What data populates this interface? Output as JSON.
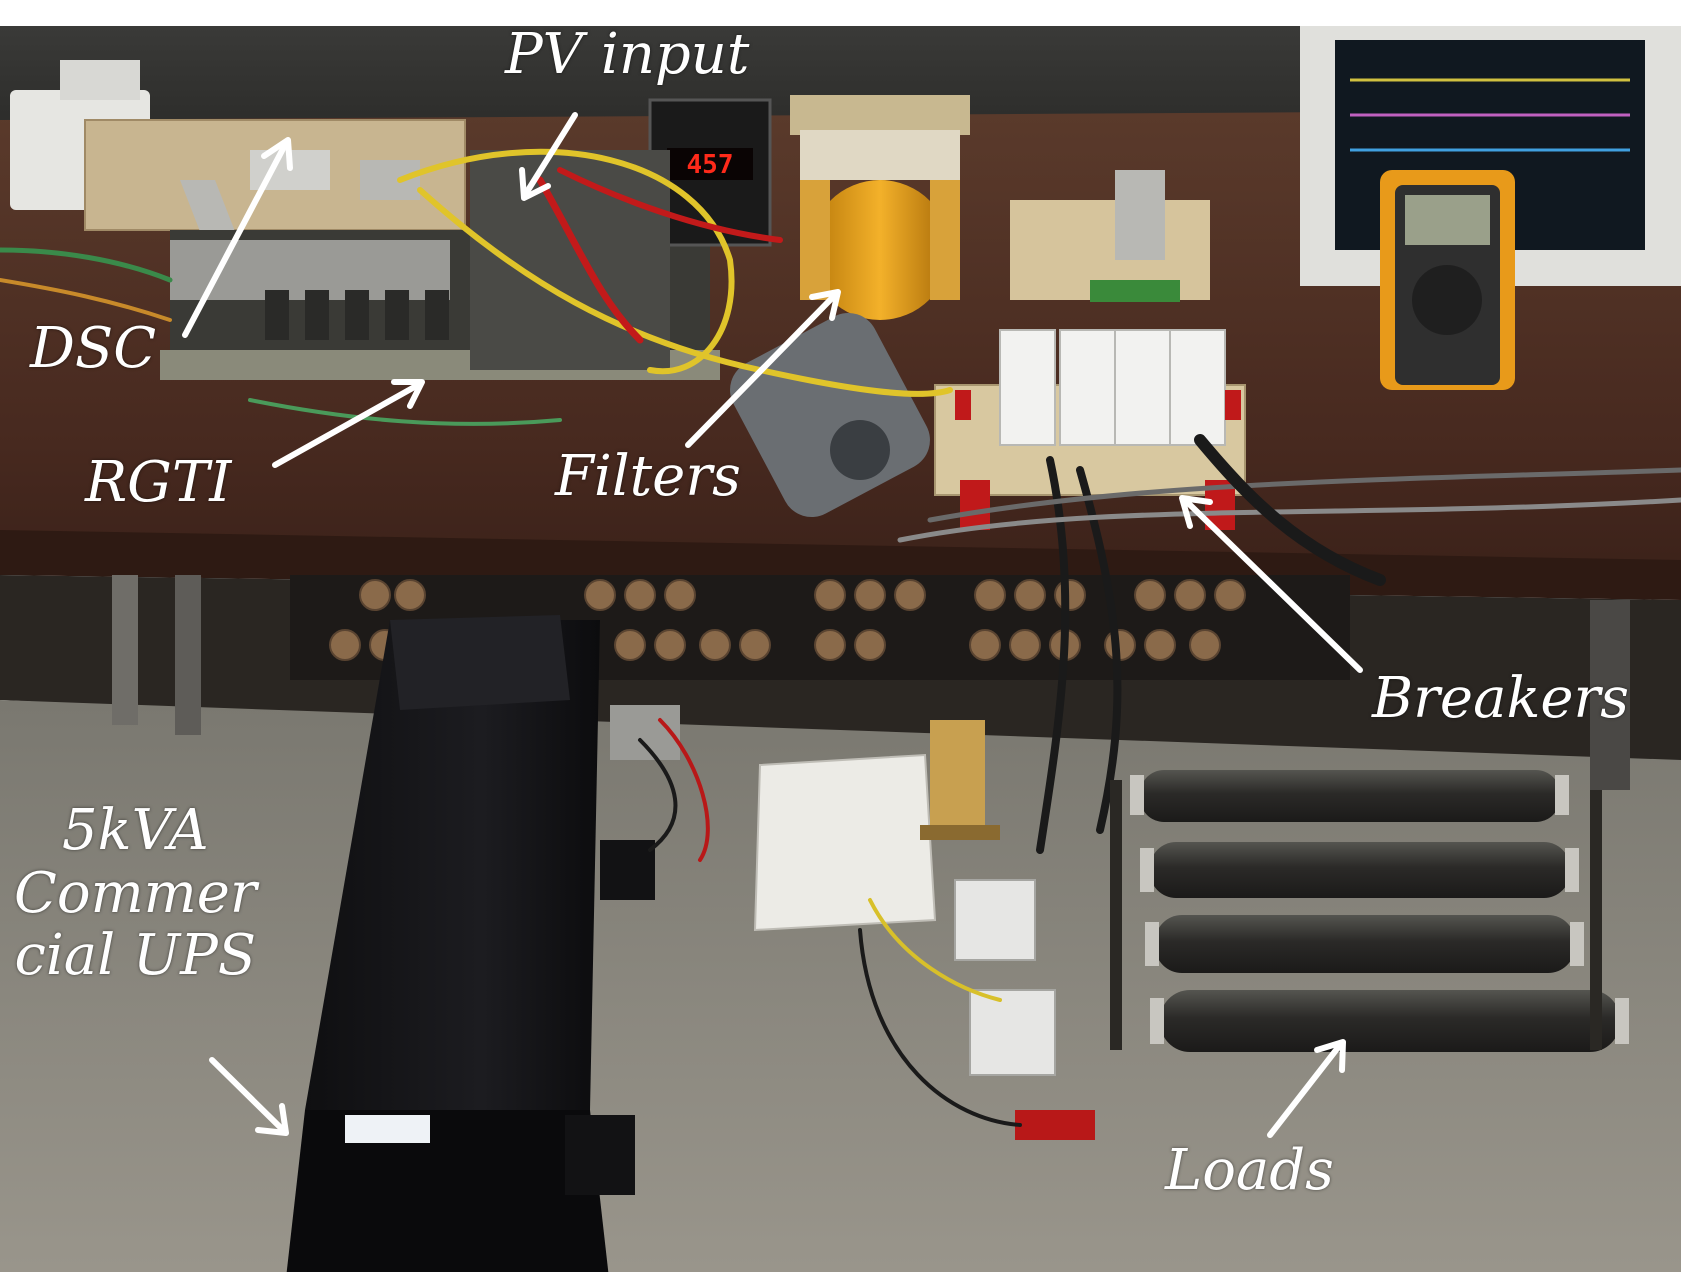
{
  "labels": {
    "pv_input": "PV input",
    "dsc": "DSC",
    "rgti": "RGTI",
    "filters": "Filters",
    "breakers": "Breakers",
    "ups_line1": "5kVA",
    "ups_line2": "Commer",
    "ups_line3": "cial UPS",
    "loads": "Loads"
  },
  "displays": {
    "panel_meter": "457"
  },
  "colors": {
    "label_text": "#ffffff",
    "arrow": "#ffffff",
    "meter_digits": "#ff2a1a",
    "table_wood": "#4a2e22",
    "floor": "#8a8880",
    "ups_body": "#151517"
  }
}
